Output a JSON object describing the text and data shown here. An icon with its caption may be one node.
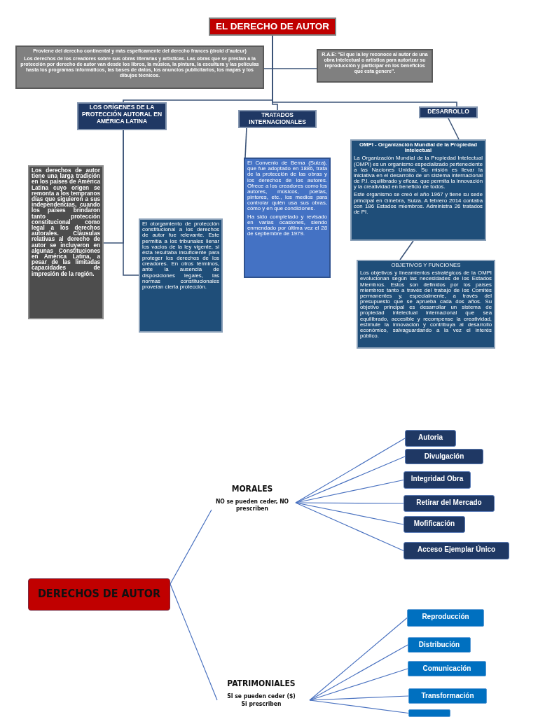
{
  "diagram": {
    "nodes": [
      {
        "text": [
          "EL DERECHO DE AUTOR"
        ]
      },
      {
        "text": [
          "Proviene del derecho continental y más espeficamente del derecho frances (droid d´auteur)",
          "Los derechos de los creadores sobre sus obras literarias y artísticas. Las obras que se prestan a la protección por derecho de autor van desde los libros, la música, la pintura, la escultura y las películas hasta los programas informáticos, las bases de datos, los anuncios publicitarios, los mapas y los dibujos técnicos."
        ]
      },
      {
        "text": [
          "R.A.E: \"El que la ley reconoce al autor de una obra intelectual o artística para autorizar su reproducción y participar en los beneficios que esta genere\"."
        ]
      },
      {
        "text": [
          "LOS ORÍGENES DE LA PROTECCIÓN AUTORAL EN AMÉRICA LATINA"
        ]
      },
      {
        "text": [
          "TRATADOS INTERNACIONALES"
        ]
      },
      {
        "text": [
          "DESARROLLO"
        ]
      },
      {
        "text": [
          "Los derechos de autor tiene una larga tradición en los países de América Latina cuyo origen se remonta a los tempranos días que siguieron a sus independencias, cuando los países brindaron tanto protección constitucional como legal a los derechos autorales. Cláusulas relativas al derecho de autor se incluyeron en algunas Constituciones en América Latina, a pesar de las limitadas capacidades de impresión de la región."
        ]
      },
      {
        "text": [
          "El otorgamiento de protección constitucional a los derechos de autor fue relevante. Este permitia a los tribunales llenar los vacios de la ley vigente, si ésta resultaba insuficiente para proteger los derechos de los creadores. En otros términos, ante la ausencia de disposiciones legales, las normas constitucionales proveían cierta protección."
        ]
      },
      {
        "text": [
          "El Convenio de Berna (Suiza), que fue adoptado en 1886, trata de la protección de las obras y los derechos de los autores. Ofrece a los creadores como los autores, músicos, poetas, pintores, etc., los medios para controlar quién usa sus obras, cómo y en que condiciones.",
          "Ha sido completado y revisado en varias ocasiones, siendo enmendado por última vez el 28 de septiembre de 1979."
        ]
      },
      {
        "text": [
          "OMPI - Organización Mundial de la Propiedad Intelectual",
          "La Organización Mundial de la Propiedad Intelectual (OMPI) es un organismo especializado perteneciente a las Naciones Unidas. Su misión es llevar la iniciativa en el desarrollo de un sistema internacional de P.I. equilibrado y eficaz, que permita la innovación y la creatividad en beneficio de todos.",
          "Este organismo se creó el año 1967 y tiene su sede principal en Ginebra, Suiza. A febrero 2014 contaba con 186 Estados miembros. Administra 26 tratados de PI."
        ]
      },
      {
        "text": [
          "OBJETIVOS Y FUNCIONES",
          "Los objetivos y lineamientos estratégicos de la OMPI evolucionan según las necesidades de los Estados Miembros. Estos son definidos por los países miembros tanto a través del trabajo de los Comités permanentes y, especialmente, a través del presupuesto que se aprueba cada dos años. Su objetivo principal es desarrollar un sistema de propiedad intelectual internacional que sea equilibrado, accesible y recompense la creatividad, estimule la innovación y contribuya al desarrollo económico, salvaguardando a la vez el interés público."
        ]
      },
      {
        "text": [
          "DERECHOS DE AUTOR"
        ]
      },
      {
        "text": [
          "MORALES",
          "NO se pueden ceder, NO prescriben"
        ]
      },
      {
        "text": [
          "Autoria"
        ]
      },
      {
        "text": [
          "Divulgación"
        ]
      },
      {
        "text": [
          "Integridad Obra"
        ]
      },
      {
        "text": [
          "Retirar del Mercado"
        ]
      },
      {
        "text": [
          "Mofificación"
        ]
      },
      {
        "text": [
          "Acceso Ejemplar Único"
        ]
      },
      {
        "text": [
          "PATRIMONIALES",
          "SI se pueden ceder ($)",
          "Si prescriben"
        ]
      },
      {
        "text": [
          "Reproducción"
        ]
      },
      {
        "text": [
          "Distribución"
        ]
      },
      {
        "text": [
          "Comunicación"
        ]
      },
      {
        "text": [
          "Transformación"
        ]
      },
      {
        "text": [],
        "shape": "box"
      }
    ],
    "edges": [
      {
        "from": 0,
        "to": 1,
        "arrow": "none",
        "color": "#3c5478"
      },
      {
        "from": 0,
        "to": 2,
        "arrow": "none",
        "color": "#3c5478"
      },
      {
        "from": 0,
        "to": 3,
        "arrow": "none",
        "color": "#3c5478"
      },
      {
        "from": 0,
        "to": 4,
        "arrow": "none",
        "color": "#3c5478"
      },
      {
        "from": 0,
        "to": 5,
        "arrow": "none",
        "color": "#3c5478"
      },
      {
        "from": 3,
        "to": 6,
        "arrow": "none",
        "color": "#3c5478"
      },
      {
        "from": 3,
        "to": 7,
        "arrow": "none",
        "color": "#3c5478"
      },
      {
        "from": 4,
        "to": 8,
        "arrow": "none",
        "color": "#3c5478"
      },
      {
        "from": 5,
        "to": 9,
        "arrow": "none",
        "color": "#3c5478"
      },
      {
        "from": 9,
        "to": 10,
        "arrow": "none",
        "color": "#3c5478"
      },
      {
        "from": 11,
        "to": 12,
        "arrow": "none"
      },
      {
        "from": 11,
        "to": 19,
        "arrow": "none"
      },
      {
        "from": 12,
        "to": 13,
        "arrow": "none"
      },
      {
        "from": 12,
        "to": 14,
        "arrow": "none"
      },
      {
        "from": 12,
        "to": 15,
        "arrow": "none"
      },
      {
        "from": 12,
        "to": 16,
        "arrow": "none"
      },
      {
        "from": 12,
        "to": 17,
        "arrow": "none"
      },
      {
        "from": 12,
        "to": 18,
        "arrow": "none"
      },
      {
        "from": 19,
        "to": 20,
        "arrow": "none"
      },
      {
        "from": 19,
        "to": 21,
        "arrow": "none"
      },
      {
        "from": 19,
        "to": 22,
        "arrow": "none"
      },
      {
        "from": 19,
        "to": 23,
        "arrow": "none"
      },
      {
        "from": 19,
        "to": 24,
        "arrow": "none"
      }
    ]
  }
}
